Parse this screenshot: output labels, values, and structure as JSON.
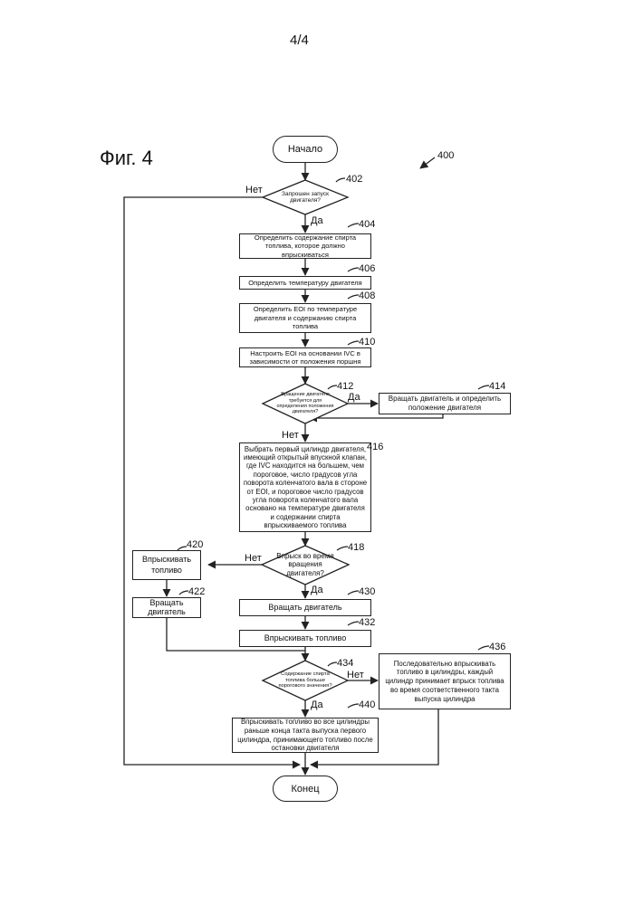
{
  "page_number": "4/4",
  "figure_title": "Фиг. 4",
  "figure_ref": "400",
  "nodes": {
    "start": "Начало",
    "end": "Конец",
    "d402": "Запрошен запуск двигателя?",
    "b404": "Определить содержание спирта топлива, которое должно впрыскиваться",
    "b406": "Определить температуру двигателя",
    "b408": "Определить EOI по температуре двигателя и содержанию спирта топлива",
    "b410": "Настроить EOI на основании IVC в зависимости от положения поршня",
    "d412": "Вращение двигателя требуется для определения положения двигателя?",
    "b414": "Вращать двигатель и определить положение двигателя",
    "b416": "Выбрать первый цилиндр двигателя, имеющий открытый впускной клапан, где IVC находится на большем, чем пороговое, число градусов угла поворота коленчатого вала в стороне от EOI, и пороговое число градусов угла поворота коленчатого вала основано на температуре двигателя и содержании спирта впрыскиваемого топлива",
    "d418": "Впрыск во время вращения двигателя?",
    "b420": "Впрыскивать топливо",
    "b422": "Вращать двигатель",
    "b430": "Вращать двигатель",
    "b432": "Впрыскивать топливо",
    "d434": "Содержание спирта топлива больше порогового значения?",
    "b436": "Последовательно впрыскивать топливо в цилиндры, каждый цилиндр принимает впрыск топлива во время соответственного такта выпуска цилиндра",
    "b440": "Впрыскивать топливо во все цилиндры раньше конца такта выпуска первого цилиндра, принимающего топливо после остановки двигателя"
  },
  "refs": {
    "r402": "402",
    "r404": "404",
    "r406": "406",
    "r408": "408",
    "r410": "410",
    "r412": "412",
    "r414": "414",
    "r416": "416",
    "r418": "418",
    "r420": "420",
    "r422": "422",
    "r430": "430",
    "r432": "432",
    "r434": "434",
    "r436": "436",
    "r440": "440"
  },
  "labels": {
    "yes": "Да",
    "no": "Нет"
  }
}
